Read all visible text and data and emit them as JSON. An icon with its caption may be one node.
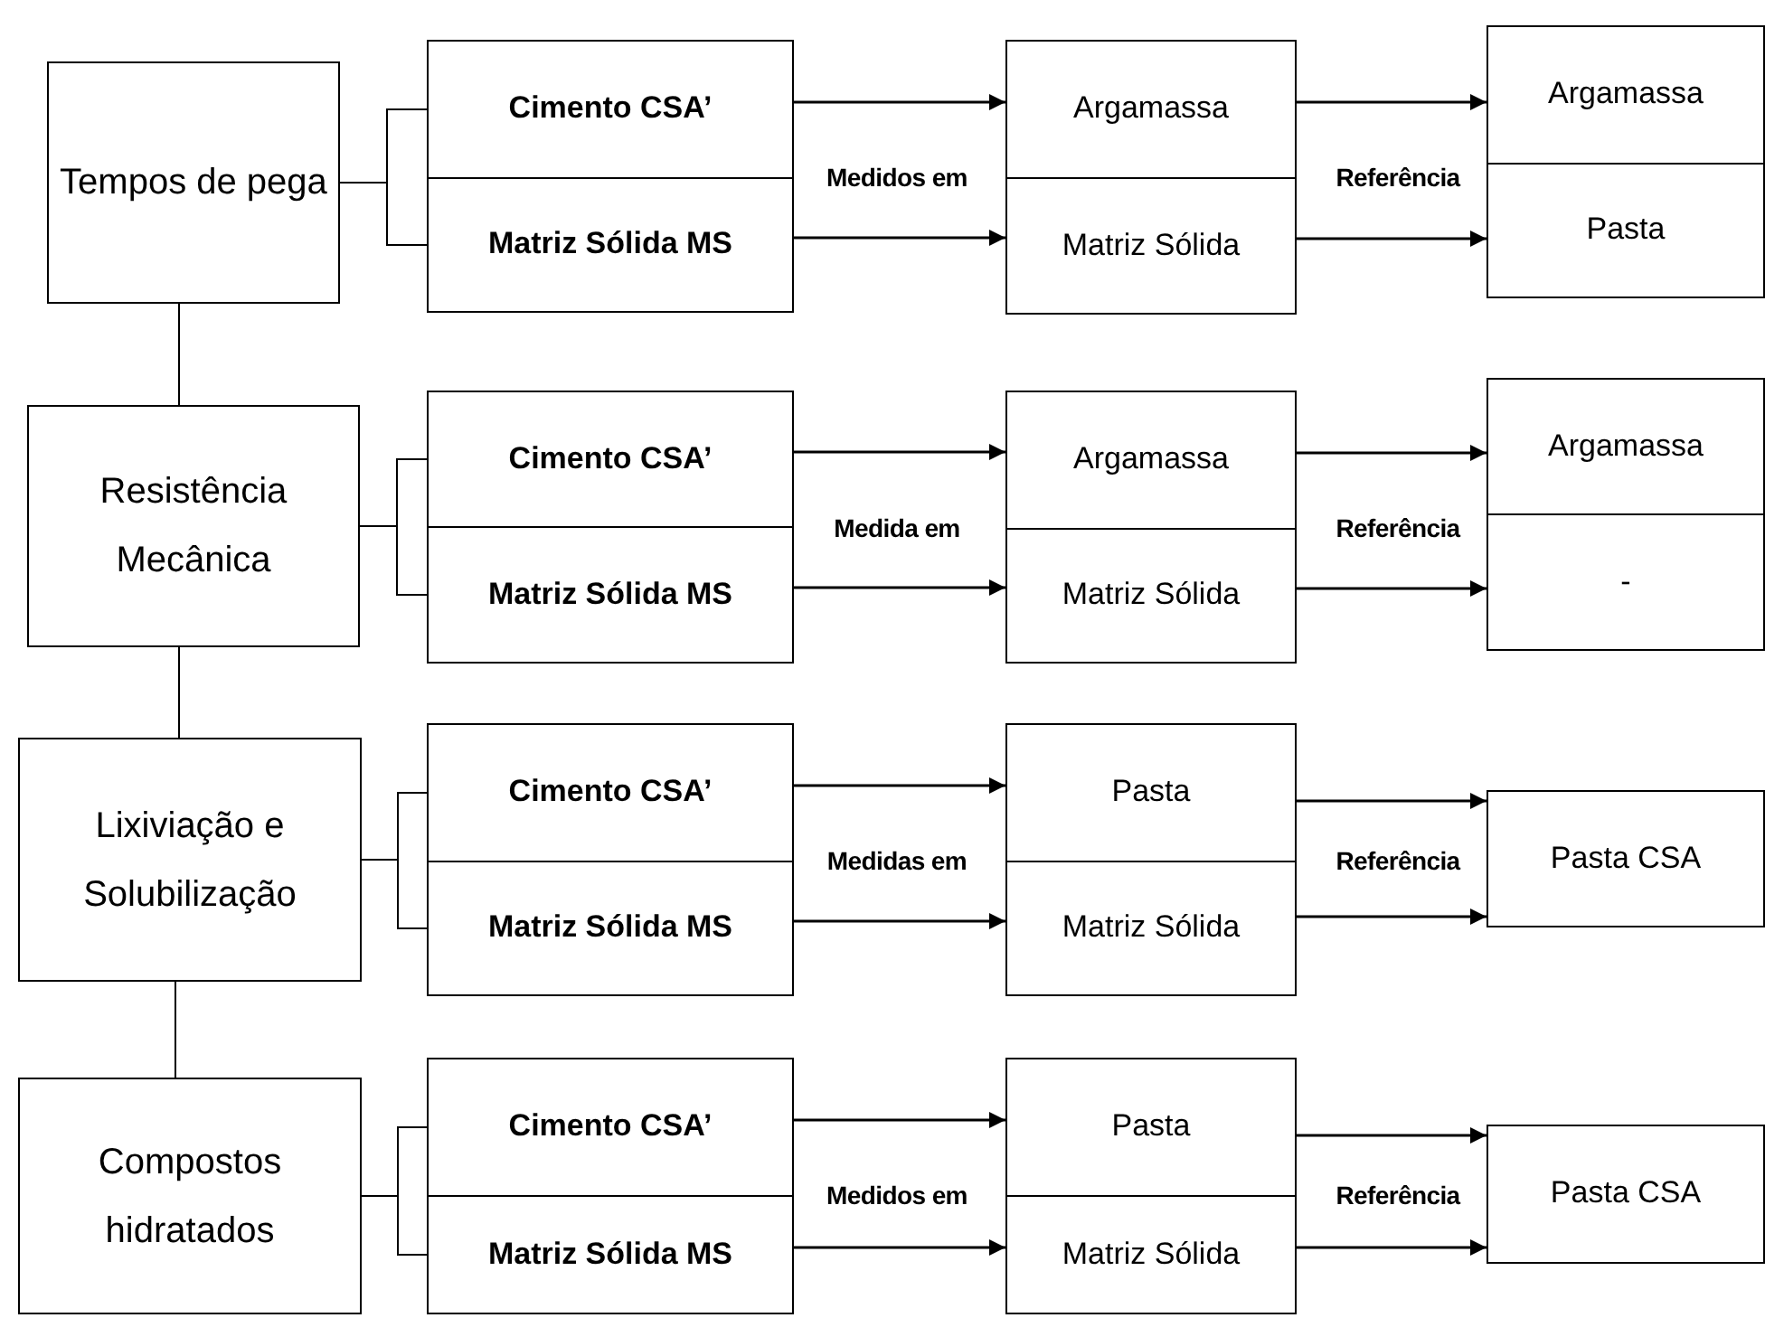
{
  "diagram": {
    "nodes": [
      {
        "text": [
          "Tempos de pega"
        ]
      },
      {
        "text": [
          "Cimento CSA’"
        ]
      },
      {
        "text": [
          "Matriz Sólida MS"
        ]
      },
      {
        "text": [
          "Argamassa"
        ]
      },
      {
        "text": [
          "Matriz Sólida"
        ]
      },
      {
        "text": [
          "Argamassa"
        ]
      },
      {
        "text": [
          "Pasta"
        ]
      },
      {
        "text": [
          "Resistência Mecânica"
        ]
      },
      {
        "text": [
          "Cimento CSA’"
        ]
      },
      {
        "text": [
          "Matriz Sólida MS"
        ]
      },
      {
        "text": [
          "Argamassa"
        ]
      },
      {
        "text": [
          "Matriz Sólida"
        ]
      },
      {
        "text": [
          "Argamassa"
        ]
      },
      {
        "text": [
          "-"
        ]
      },
      {
        "text": [
          "Lixiviação e Solubilização"
        ]
      },
      {
        "text": [
          "Cimento CSA’"
        ]
      },
      {
        "text": [
          "Matriz Sólida MS"
        ]
      },
      {
        "text": [
          "Pasta"
        ]
      },
      {
        "text": [
          "Matriz Sólida"
        ]
      },
      {
        "text": [
          "Pasta CSA"
        ]
      },
      {
        "text": [
          "Compostos hidratados"
        ]
      },
      {
        "text": [
          "Cimento CSA’"
        ]
      },
      {
        "text": [
          "Matriz Sólida MS"
        ]
      },
      {
        "text": [
          "Pasta"
        ]
      },
      {
        "text": [
          "Matriz Sólida"
        ]
      },
      {
        "text": [
          "Pasta CSA"
        ]
      }
    ],
    "edges": [
      {
        "from": 0,
        "to": 1,
        "arrow": "none"
      },
      {
        "from": 0,
        "to": 2,
        "arrow": "none"
      },
      {
        "from": 1,
        "to": 3,
        "arrow": "to"
      },
      {
        "from": 2,
        "to": 4,
        "arrow": "to"
      },
      {
        "from": 3,
        "to": 5,
        "arrow": "to"
      },
      {
        "from": 4,
        "to": 6,
        "arrow": "to"
      },
      {
        "from": 0,
        "to": 7,
        "arrow": "none"
      },
      {
        "from": 7,
        "to": 8,
        "arrow": "none"
      },
      {
        "from": 7,
        "to": 9,
        "arrow": "none"
      },
      {
        "from": 8,
        "to": 10,
        "arrow": "to"
      },
      {
        "from": 9,
        "to": 11,
        "arrow": "to"
      },
      {
        "from": 10,
        "to": 12,
        "arrow": "to"
      },
      {
        "from": 11,
        "to": 13,
        "arrow": "to"
      },
      {
        "from": 7,
        "to": 14,
        "arrow": "none"
      },
      {
        "from": 14,
        "to": 15,
        "arrow": "none"
      },
      {
        "from": 14,
        "to": 16,
        "arrow": "none"
      },
      {
        "from": 15,
        "to": 17,
        "arrow": "to"
      },
      {
        "from": 16,
        "to": 18,
        "arrow": "to"
      },
      {
        "from": 17,
        "to": 19,
        "arrow": "to"
      },
      {
        "from": 18,
        "to": 19,
        "arrow": "to"
      },
      {
        "from": 14,
        "to": 20,
        "arrow": "none"
      },
      {
        "from": 20,
        "to": 21,
        "arrow": "none"
      },
      {
        "from": 20,
        "to": 22,
        "arrow": "none"
      },
      {
        "from": 21,
        "to": 23,
        "arrow": "to"
      },
      {
        "from": 22,
        "to": 24,
        "arrow": "to"
      },
      {
        "from": 23,
        "to": 25,
        "arrow": "to"
      },
      {
        "from": 24,
        "to": 25,
        "arrow": "to"
      }
    ],
    "labels": [
      "Medidos em",
      "Referência",
      "Medida em",
      "Referência",
      "Medidas em",
      "Referência",
      "Medidos em",
      "Referência"
    ]
  }
}
